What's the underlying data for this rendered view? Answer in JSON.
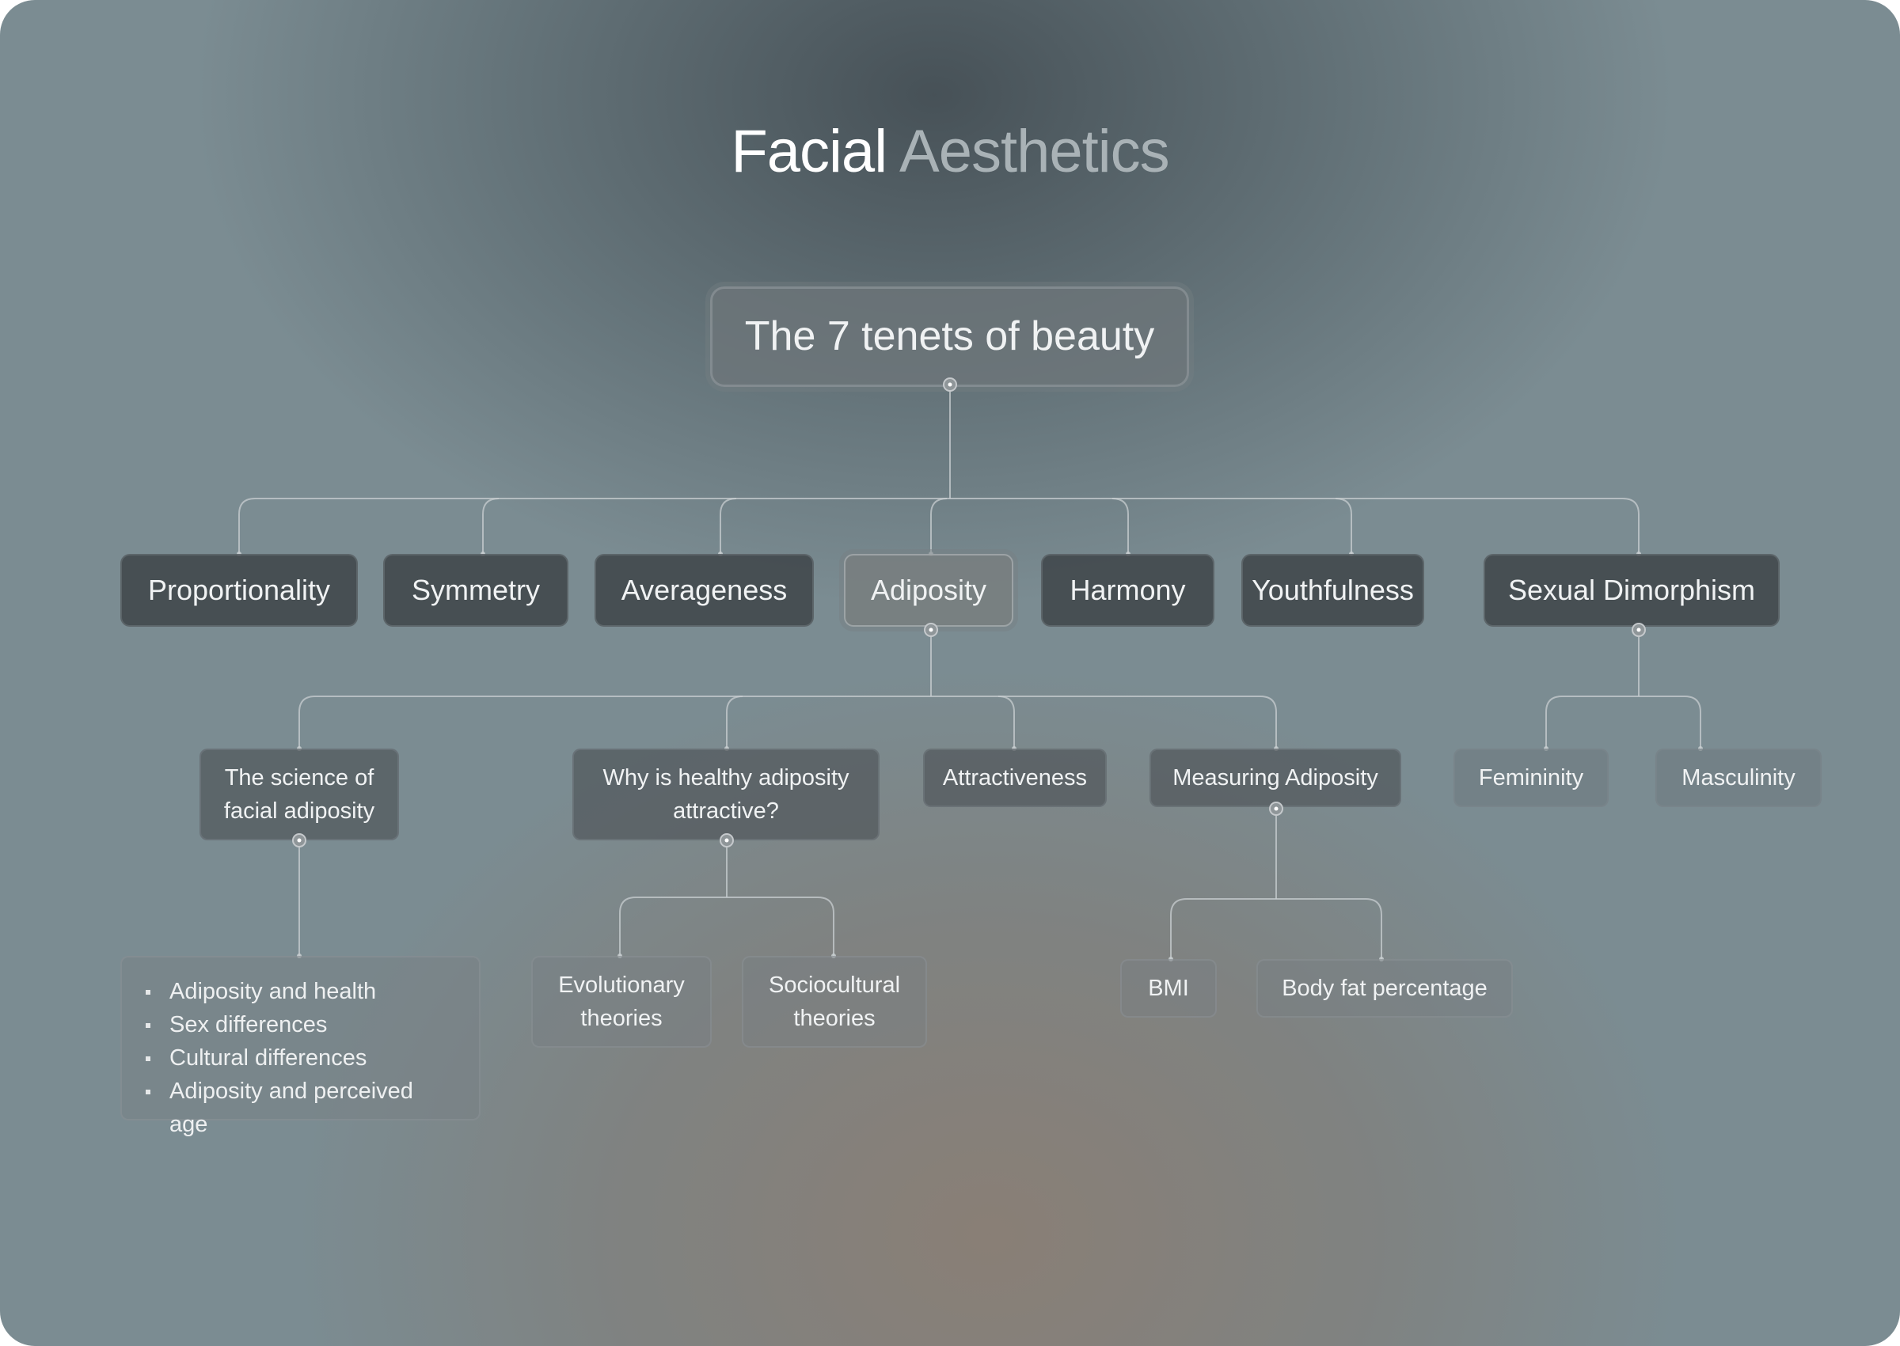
{
  "title": {
    "primary": "Facial",
    "secondary": "Aesthetics"
  },
  "root": {
    "label": "The 7 tenets of beauty"
  },
  "tenets": [
    {
      "label": "Proportionality"
    },
    {
      "label": "Symmetry"
    },
    {
      "label": "Averageness"
    },
    {
      "label": "Adiposity"
    },
    {
      "label": "Harmony"
    },
    {
      "label": "Youthfulness"
    },
    {
      "label": "Sexual Dimorphism"
    }
  ],
  "adiposity_children": {
    "science": {
      "line1": "The science of",
      "line2": "facial adiposity"
    },
    "why": {
      "line1": "Why is healthy adiposity",
      "line2": "attractive?"
    },
    "attractiveness": {
      "label": "Attractiveness"
    },
    "measuring": {
      "label": "Measuring  Adiposity"
    }
  },
  "dimorphism_children": {
    "femininity": {
      "label": "Femininity"
    },
    "masculinity": {
      "label": "Masculinity"
    }
  },
  "science_topics": [
    "Adiposity and health",
    " Sex differences",
    "Cultural differences",
    "Adiposity and perceived age"
  ],
  "why_children": {
    "evolutionary": {
      "line1": "Evolutionary",
      "line2": "theories"
    },
    "sociocultural": {
      "line1": "Sociocultural",
      "line2": "theories"
    }
  },
  "measuring_children": {
    "bmi": {
      "label": "BMI"
    },
    "bodyfat": {
      "label": "Body fat percentage"
    }
  }
}
